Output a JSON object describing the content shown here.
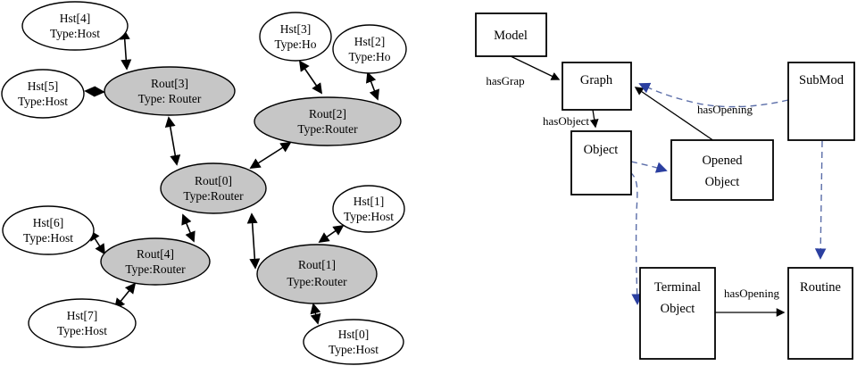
{
  "network": {
    "nodes": [
      {
        "name": "Hst[4]",
        "type": "Type:Host"
      },
      {
        "name": "Hst[5]",
        "type": "Type:Host"
      },
      {
        "name": "Rout[3]",
        "type": "Type: Router"
      },
      {
        "name": "Hst[3]",
        "type": "Type:Ho"
      },
      {
        "name": "Hst[2]",
        "type": "Type:Ho"
      },
      {
        "name": "Rout[2]",
        "type": "Type:Router"
      },
      {
        "name": "Rout[0]",
        "type": "Type:Router"
      },
      {
        "name": "Hst[6]",
        "type": "Type:Host"
      },
      {
        "name": "Rout[4]",
        "type": "Type:Router"
      },
      {
        "name": "Hst[7]",
        "type": "Type:Host"
      },
      {
        "name": "Rout[1]",
        "type": "Type:Router"
      },
      {
        "name": "Hst[1]",
        "type": "Type:Host"
      },
      {
        "name": "Hst[0]",
        "type": "Type:Host"
      }
    ]
  },
  "uml": {
    "boxes": {
      "model": "Model",
      "graph": "Graph",
      "object": "Object",
      "opened_line1": "Opened",
      "opened_line2": "Object",
      "submod": "SubMod",
      "terminal_line1": "Terminal",
      "terminal_line2": "Object",
      "routine": "Routine"
    },
    "labels": {
      "has_graph": "hasGrap",
      "has_object": "hasObject",
      "has_opening_dashed": "hasOpening",
      "has_opening_solid": "hasOpening"
    }
  },
  "colors": {
    "router_fill": "#c6c6c6",
    "host_fill": "#ffffff",
    "edge_black": "#000000",
    "dashed_line_blue": "#5a6da8",
    "dashed_arrow_blue": "#2b3fa0"
  }
}
